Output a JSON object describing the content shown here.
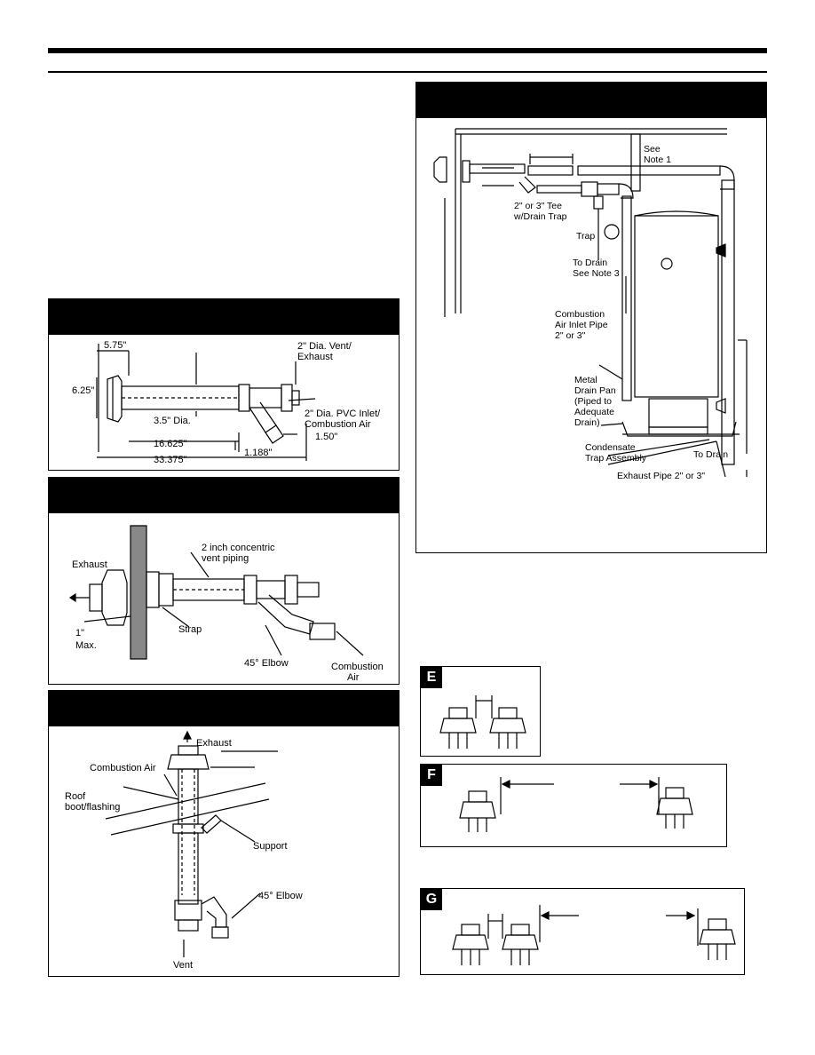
{
  "fig1": {
    "dims": [
      "5.75\"",
      "6.25\"",
      "3.5\" Dia.",
      "16.625\"",
      "33.375\"",
      "1.188\"",
      "1.50\""
    ],
    "vent_label": [
      "2\" Dia. Vent/",
      "Exhaust"
    ],
    "inlet_label": [
      "2\" Dia. PVC Inlet/",
      "Combustion Air"
    ]
  },
  "fig2": {
    "exhaust": "Exhaust",
    "piping": [
      "2 inch concentric",
      "vent piping"
    ],
    "max": [
      "1\"",
      "Max."
    ],
    "strap": "Strap",
    "elbow": "45° Elbow",
    "air": [
      "Combustion",
      "Air"
    ]
  },
  "fig3": {
    "exhaust": "Exhaust",
    "air": "Combustion Air",
    "roof": [
      "Roof",
      "boot/flashing"
    ],
    "support": "Support",
    "elbow": "45° Elbow",
    "vent": "Vent"
  },
  "fig4": {
    "note1": [
      "See",
      "Note 1"
    ],
    "tee": [
      "2\" or 3\" Tee",
      "w/Drain Trap"
    ],
    "trap": "Trap",
    "drain": [
      "To Drain",
      "See Note 3"
    ],
    "inlet": [
      "Combustion",
      "Air Inlet Pipe",
      "2\" or 3\""
    ],
    "pan": [
      "Metal",
      "Drain Pan",
      "(Piped to",
      "Adequate",
      "Drain)"
    ],
    "condensate": [
      "Condensate",
      "Trap Assembly"
    ],
    "to_drain": "To Drain",
    "exhaust": "Exhaust Pipe  2\" or 3\""
  },
  "tags": {
    "e": "E",
    "f": "F",
    "g": "G"
  }
}
